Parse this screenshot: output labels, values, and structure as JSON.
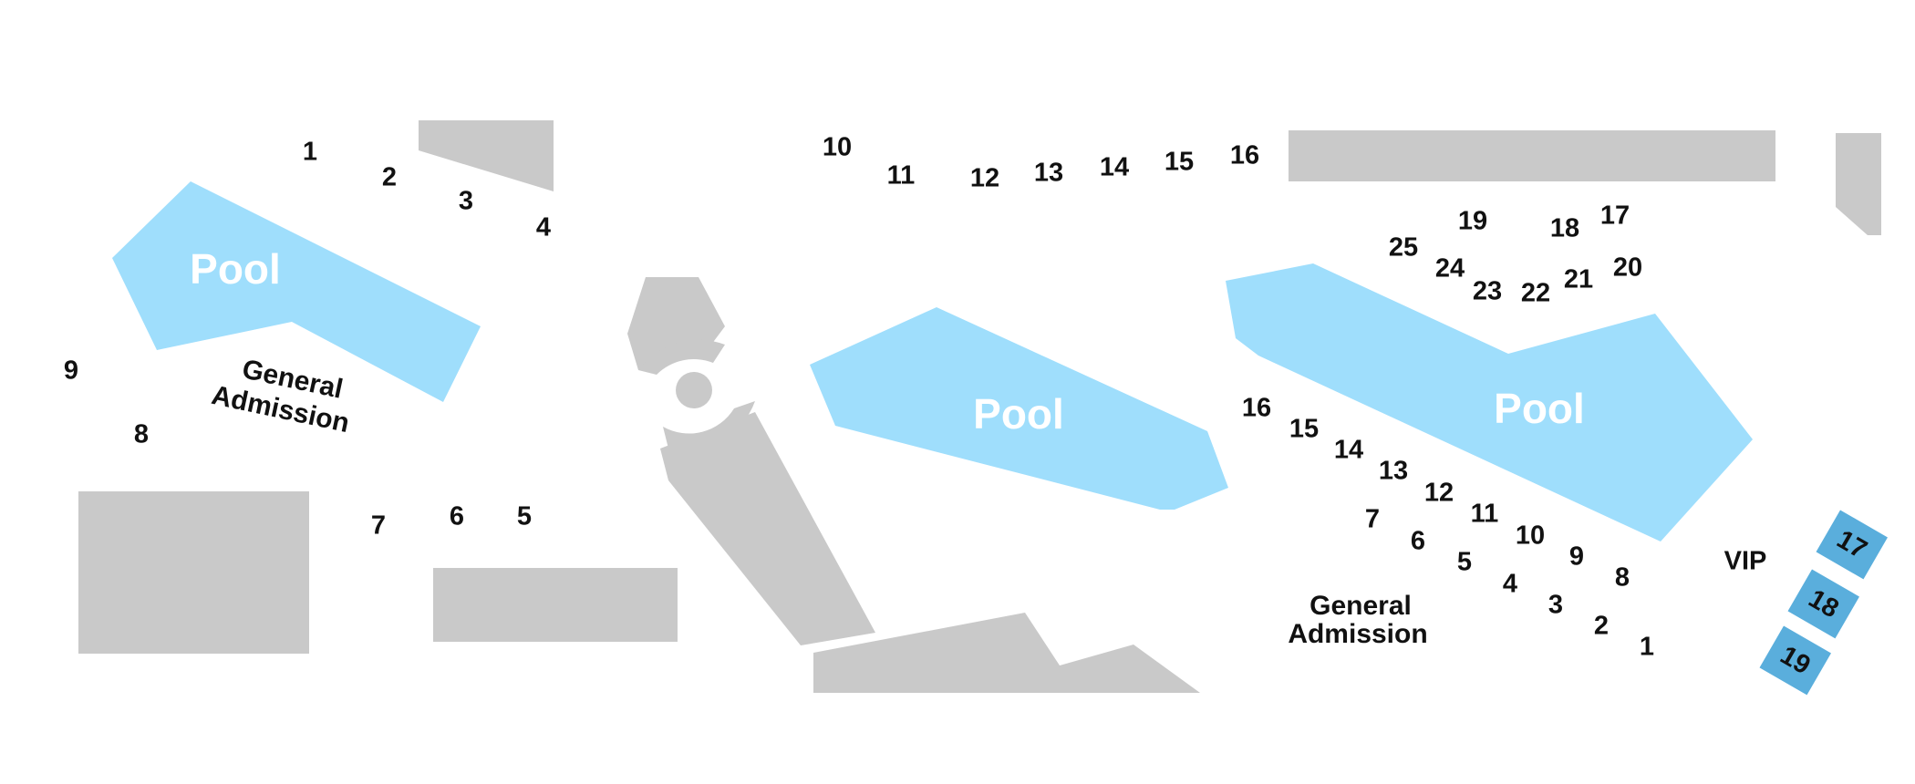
{
  "map": {
    "pool_label": "Pool",
    "ga_line1": "General",
    "ga_line2": "Admission",
    "vip_label": "VIP",
    "vip_sections": [
      "17",
      "18",
      "19"
    ],
    "left_sections": [
      "1",
      "2",
      "3",
      "4",
      "5",
      "6",
      "7",
      "8",
      "9"
    ],
    "top_sections": [
      "10",
      "11",
      "12",
      "13",
      "14",
      "15",
      "16"
    ],
    "right_upper_sections": [
      "17",
      "18",
      "19",
      "20",
      "21",
      "22",
      "23",
      "24",
      "25"
    ],
    "right_lower_sections": [
      "1",
      "2",
      "3",
      "4",
      "5",
      "6",
      "7",
      "8",
      "9",
      "10",
      "11",
      "12",
      "13",
      "14",
      "15",
      "16"
    ],
    "colors": {
      "pool": "#9fdefc",
      "block": "#c9c9c9",
      "vip": "#5aaedc"
    }
  }
}
